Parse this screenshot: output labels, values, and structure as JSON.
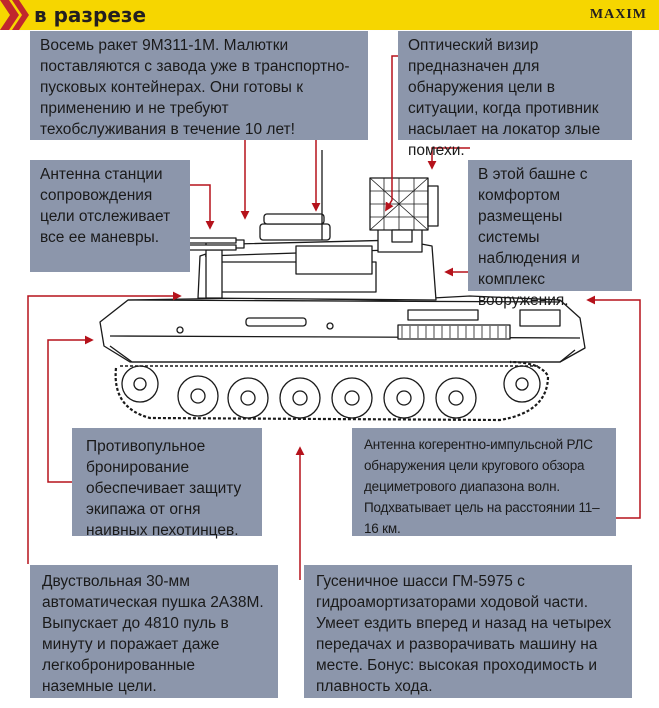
{
  "header": {
    "title": "в разрезе",
    "logo": "MAXIM",
    "accent_color": "#f6d600",
    "chevron_color": "#c0272d"
  },
  "callouts": {
    "missiles": "Восемь ракет 9М311-1М. Малютки поставляются с завода уже в транспортно-пусковых контейнерах. Они готовы к применению и не требуют техобслуживания в течение 10 лет!",
    "optical_sight": "Оптический визир предназначен для обнаружения цели в ситуации, когда противник насылает на локатор злые помехи.",
    "tracking_antenna": "Антенна станции сопровождения цели отслеживает все ее маневры.",
    "turret": "В этой башне с комфортом размещены системы наблюдения и комплекс вооружения.",
    "armor": "Противопульное бронирование обеспечивает защиту экипажа от огня наивных пехотинцев.",
    "radar": "Антенна когерентно-импульсной РЛС обнаружения цели кругового обзора дециметрового диапазона волн. Подхватывает цель на расстоянии 11–16 км.",
    "cannon": "Двуствольная 30-мм автоматическая пушка 2А38М. Выпускает до 4810 пуль в минуту и поражает даже легкобронированные наземные цели.",
    "chassis": "Гусеничное шасси ГМ-5975 с гидроамортизаторами ходовой части. Умеет ездить вперед и назад на четырех передачах и разворачивать машину на месте. Бонус: высокая проходимость и плавность хода."
  },
  "colors": {
    "box_fill": "#8c96ab",
    "leader_line": "#b5121b"
  }
}
